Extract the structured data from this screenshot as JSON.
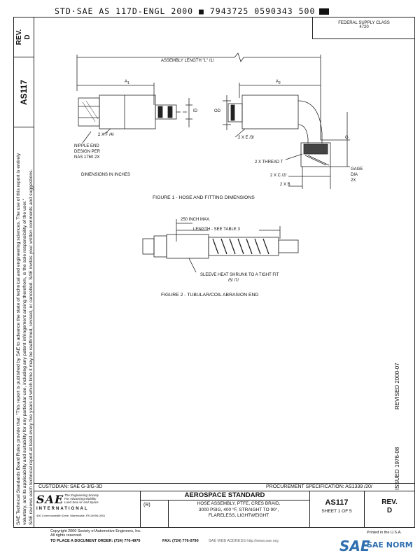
{
  "header": {
    "code": "STD·SAE AS 117D-ENGL 2000 ■ 7943725 0590343 500"
  },
  "left": {
    "rev_label": "REV.",
    "rev_value": "D",
    "doc_number": "AS117",
    "disclaimer": [
      "SAE Technical Standards Board Rules provide that: \"This report is published by SAE to advance the state of technical and engineering sciences. The use of this report is entirely",
      "voluntary, and its applicability and suitability for any particular use, including any patent infringement arising therefrom, is the sole responsibility of the user.\"",
      "SAE reviews each technical report at least every five years at which time it may be reaffirmed, revised, or cancelled. SAE invites your written comments and suggestions."
    ]
  },
  "fsc": {
    "line1": "FEDERAL SUPPLY CLASS",
    "line2": "4720"
  },
  "figure1": {
    "assembly_length": "ASSEMBLY LENGTH \"L\" /1/",
    "a1": "A",
    "a1_sub": "1",
    "a2": "A",
    "a2_sub": "2",
    "id": "ID",
    "od": "OD",
    "two_x_f": "2 X F /4/",
    "two_x_e": "2 X E /3/",
    "nipple": [
      "NIPPLE END",
      "DESIGN PER",
      "NAS 1760 2X"
    ],
    "dimensions": "DIMENSIONS IN INCHES",
    "thread": "2 X THREAD T",
    "two_x_c": "2 X C /2/",
    "two_x_b": "2 X B",
    "g": "G",
    "gage": [
      "GAGE",
      "DIA",
      "2X"
    ],
    "caption": "FIGURE 1 - HOSE AND FITTING DIMENSIONS"
  },
  "figure2": {
    "max": "250 INCH MAX.",
    "length": "LENGTH - SEE TABLE 3",
    "sleeve": [
      "SLEEVE HEAT SHRUNK TO A TIGHT FIT",
      "/5/ /7/"
    ],
    "caption": "FIGURE 2 - TUBULAR/COIL ABRASION END"
  },
  "revision": {
    "issued": "ISSUED 1976-08",
    "revised": "REVISED 2000-07"
  },
  "titleblock": {
    "custodian": "CUSTODIAN:  SAE G-3/G-3D",
    "procurement": "PROCUREMENT SPECIFICATION: AS1339 /20/",
    "sae": "SAE",
    "sae_tag": [
      "The Engineering Society",
      "For Advancing Mobility",
      "Land Sea Air and Space"
    ],
    "international": "INTERNATIONAL",
    "address": "400 Commonwealth Drive, Warrendale, PA 15096-0001",
    "r": "(R)",
    "std": "AEROSPACE STANDARD",
    "title": [
      "HOSE ASSEMBLY, PTFE, CRES BRAID,",
      "3000 PSIG, 400 °F, STRAIGHT TO 90°,",
      "FLARELESS, LIGHTWEIGHT"
    ],
    "number": "AS117",
    "sheet": "SHEET 1 OF 5",
    "rev": "REV.",
    "rev_value": "D"
  },
  "footer": {
    "copyright": "Copyright 2000 Society of Automotive Engineers, Inc.",
    "rights": "All rights reserved.",
    "printed": "Printed in the U.S.A.",
    "order": "TO PLACE A DOCUMENT ORDER:   (724) 776-4970",
    "fax": "FAX:  (724) 776-0790",
    "web": "SAE WEB ADDRESS  http://www.sae.org"
  },
  "watermark": {
    "logo": "SAE",
    "text": "SAE NORM"
  }
}
